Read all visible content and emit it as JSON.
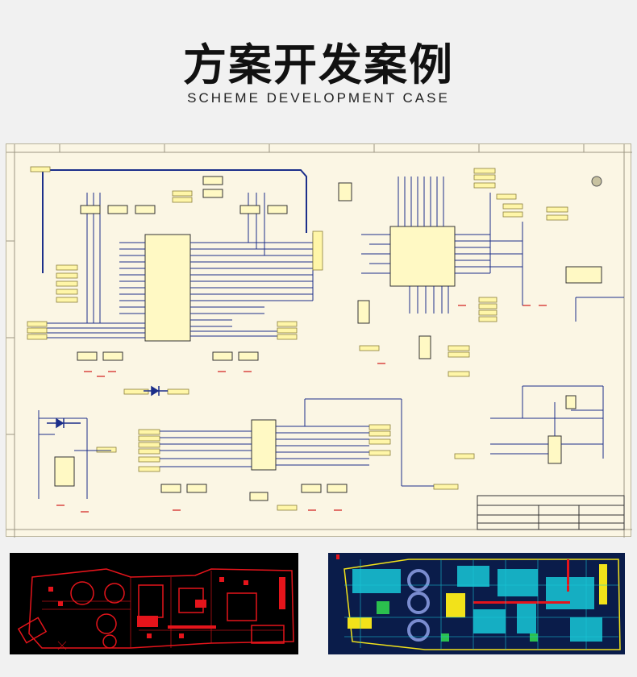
{
  "header": {
    "title": "方案开发案例",
    "subtitle": "SCHEME DEVELOPMENT CASE"
  },
  "images": {
    "schematic": "circuit-schematic-diagram",
    "pcb_left": "red-pcb-layout",
    "pcb_right": "multilayer-pcb-layout"
  },
  "colors": {
    "background": "#f1f1f1",
    "schematic_paper": "#fbf6e4",
    "chip_fill": "#fff9c4",
    "wire_blue": "#1c2f8a",
    "pcb_red": "#e5141b",
    "pcb_cyan": "#18c8d8",
    "pcb_yellow": "#f2e21a"
  }
}
